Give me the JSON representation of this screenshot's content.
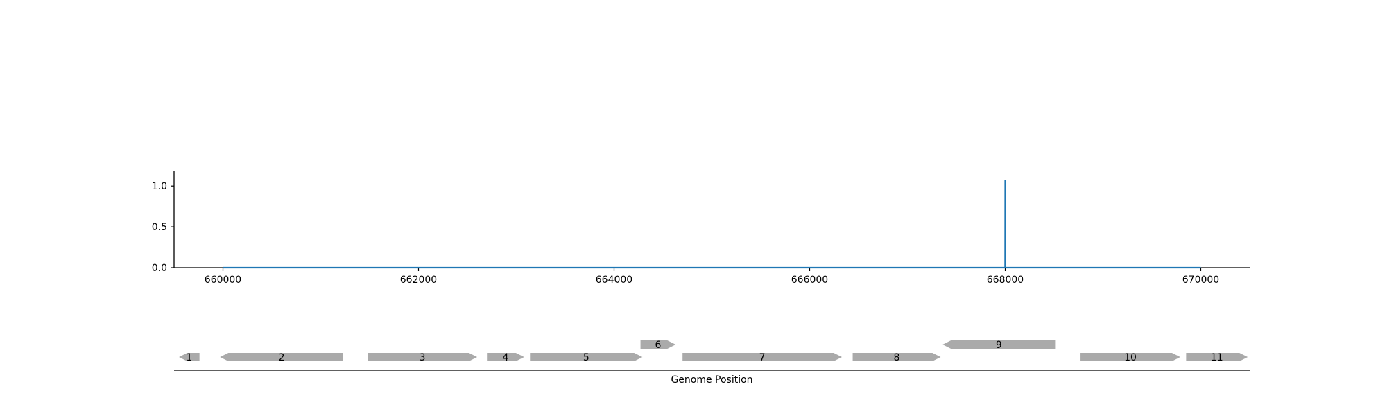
{
  "chart_data": [
    {
      "type": "line",
      "title": "",
      "xlabel": "",
      "ylabel": "",
      "xlim": [
        659500,
        670500
      ],
      "ylim": [
        0,
        1.18
      ],
      "x_ticks": [
        660000,
        662000,
        664000,
        666000,
        668000,
        670000
      ],
      "x_tick_labels": [
        "660000",
        "662000",
        "664000",
        "666000",
        "668000",
        "670000"
      ],
      "y_ticks": [
        0.0,
        0.5,
        1.0
      ],
      "y_tick_labels": [
        "0.0",
        "0.5",
        "1.0"
      ],
      "grid": false,
      "series": [
        {
          "color": "#1f77b4",
          "x": [
            660000,
            667999,
            668000,
            668001,
            670000
          ],
          "y": [
            0,
            0,
            1.07,
            0,
            0
          ]
        }
      ]
    },
    {
      "type": "gene_track",
      "xlabel": "Genome Position",
      "xlim": [
        659500,
        670500
      ],
      "color": "#aaaaaa",
      "genes": [
        {
          "label": "1",
          "start": 659550,
          "end": 659760,
          "strand": "-",
          "row": 0
        },
        {
          "label": "2",
          "start": 659970,
          "end": 661230,
          "strand": "-",
          "row": 0
        },
        {
          "label": "3",
          "start": 661480,
          "end": 662600,
          "strand": "+",
          "row": 0
        },
        {
          "label": "4",
          "start": 662700,
          "end": 663080,
          "strand": "+",
          "row": 0
        },
        {
          "label": "5",
          "start": 663140,
          "end": 664290,
          "strand": "+",
          "row": 0
        },
        {
          "label": "6",
          "start": 664270,
          "end": 664630,
          "strand": "+",
          "row": 1
        },
        {
          "label": "7",
          "start": 664700,
          "end": 666330,
          "strand": "+",
          "row": 0
        },
        {
          "label": "8",
          "start": 666440,
          "end": 667340,
          "strand": "+",
          "row": 0
        },
        {
          "label": "9",
          "start": 667360,
          "end": 668510,
          "strand": "-",
          "row": 1
        },
        {
          "label": "10",
          "start": 668770,
          "end": 669790,
          "strand": "+",
          "row": 0
        },
        {
          "label": "11",
          "start": 669850,
          "end": 670480,
          "strand": "+",
          "row": 0
        }
      ]
    }
  ]
}
